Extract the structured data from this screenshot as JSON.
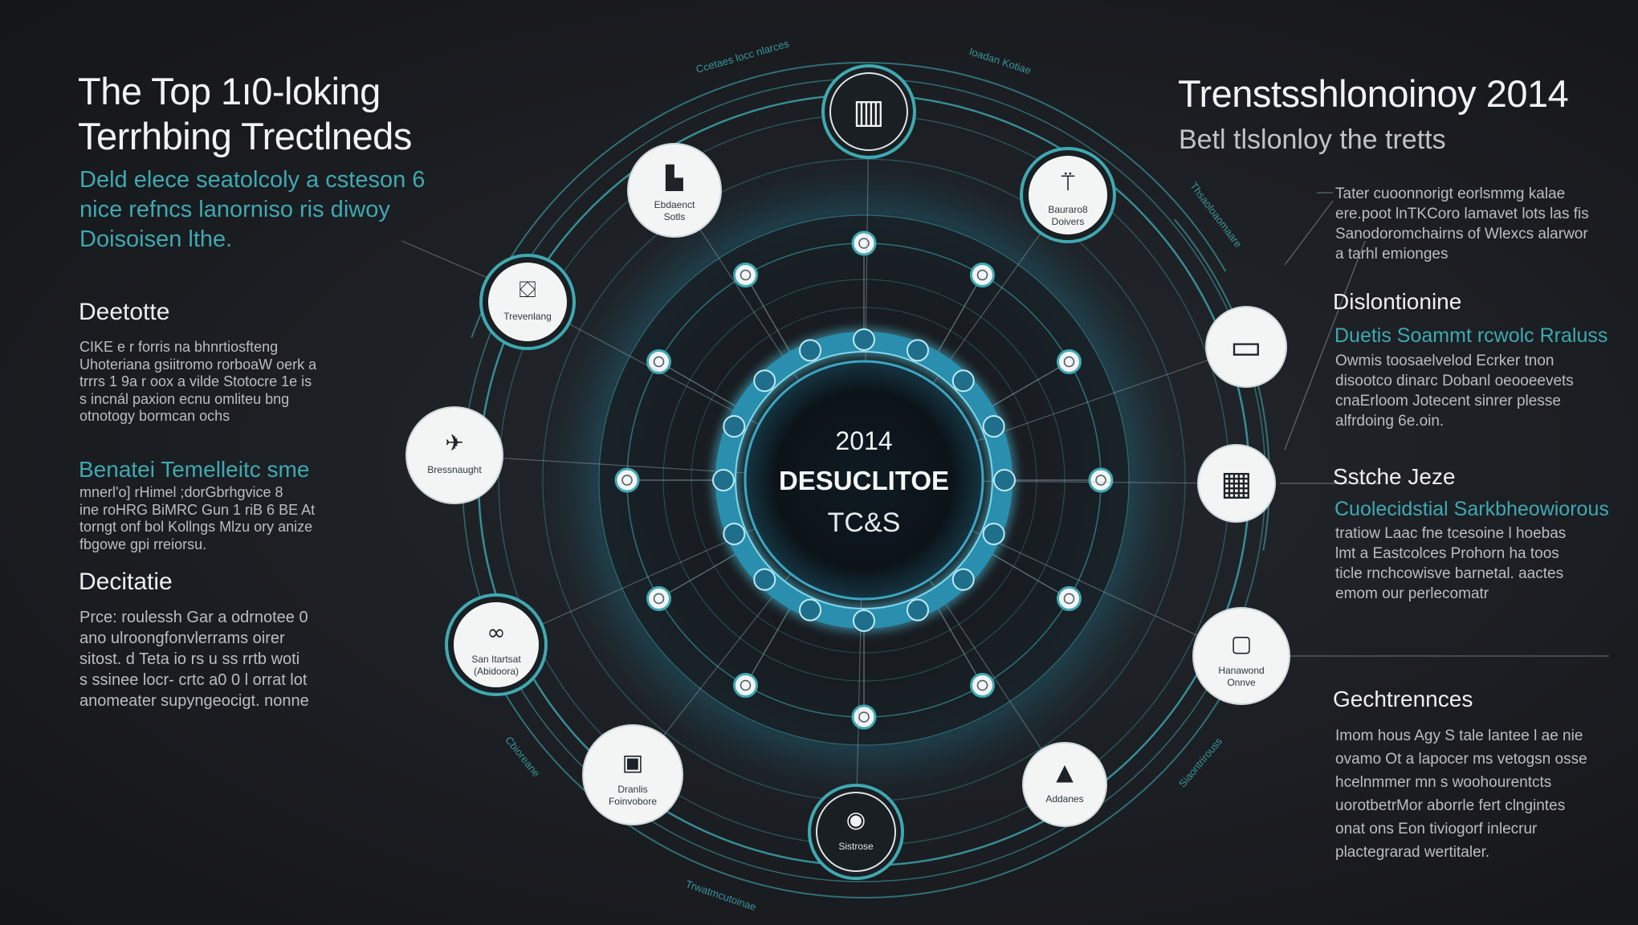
{
  "left": {
    "title": [
      "The Top 1ı0-loking",
      "Terrhbing Trectlneds"
    ],
    "subtitle": [
      "Deld elece seatolcoly a csteson 6",
      "nice refncs lanorniso ris diwoy",
      "Doisoisen lthe."
    ],
    "sections": [
      {
        "heading": "Deetotte",
        "teal": false,
        "lines": [
          "CIKE e r forris na bhnrtiosfteng",
          "Uhoteriana gsiitromo rorboaW oerk a",
          "trrrs 1 9a r oox a vilde Stotocre 1e is",
          "s incnál paxion ecnu omliteu bng",
          "otnotogy bormcan ochs"
        ]
      },
      {
        "heading": "Benatei Temelleitc sme",
        "teal": true,
        "lines": [
          "mnerl'o] rHimel ;dorGbrhgvice 8",
          "ine roHRG BiMRC Gun 1 riB 6 BE At",
          "torngt onf bol Kollngs Mlzu ory anize",
          "fbgowe gpi rreiorsu."
        ]
      },
      {
        "heading": "Decitatie",
        "teal": false,
        "lines": [
          "Prce: roulessh Gar a odrnotee 0",
          "ano ulroongfonvlerrams oirer",
          "sitost. d Teta io rs u ss rrtb woti",
          "s ssinee locr- crtc a0 0 l orrat lot",
          "anomeater supyngeocigt. nonne"
        ]
      }
    ]
  },
  "right": {
    "title": "Trenstsshlonoinoy 2014",
    "subtitle": "Betl tlslonloy the tretts",
    "intro": [
      "Tater cuoonnorigt eorlsmmg kalae",
      "ere.poot lnTKCoro lamavet lots las fis",
      "Sanodoromchairns of Wlexcs alarwor",
      "a tarhl emionges"
    ],
    "sections": [
      {
        "heading": "Dislontionine",
        "teal": "Duetis Soammt rcwolc Rraluss",
        "lines": [
          "Owmis toosaelvelod Ecrker tnon",
          "disootco dinarc Dobanl oeooeevets",
          "cnaErloom Jotecent sinrer plesse",
          "alfrdoing 6e.oin."
        ]
      },
      {
        "heading": "Sstche Jeze",
        "teal": "Cuolecidstial Sarkbheowiorous",
        "lines": [
          "tratiow Laac fne tcesoine l hoebas",
          "lmt a Eastcolces Prohorn ha toos",
          "ticle rnchcowisve barnetal. aactes",
          "emom our perlecomatr"
        ]
      },
      {
        "heading": "Gechtrennces",
        "teal": "",
        "lines": [
          "Imom hous Agy S tale lantee l ae nie",
          "ovamo Ot a lapocer ms vetogsn osse",
          "hcelnmmer mn s woohourentcts",
          "uorotbetrMor aborrle fert clngintes",
          "onat ons Eon tiviogorf inlecrur",
          "plactegrarad wertitaler."
        ]
      }
    ]
  },
  "center": {
    "year": "2014",
    "label": "DESUCLITOE",
    "sub": "TC&S"
  },
  "nodes": [
    {
      "icon": "book-stack-icon",
      "label": "",
      "style": "dark"
    },
    {
      "icon": "document-icon",
      "label": "Ebdaenct Sotls",
      "style": "white"
    },
    {
      "icon": "robot-icon",
      "label": "Bauraro8 Doivers",
      "style": "dark"
    },
    {
      "icon": "bed-icon",
      "label": "Trevenlang",
      "style": "dark"
    },
    {
      "icon": "monitor-icon",
      "label": "",
      "style": "white"
    },
    {
      "icon": "airplane-icon",
      "label": "Bressnaught",
      "style": "white"
    },
    {
      "icon": "cube-grid-icon",
      "label": "",
      "style": "white"
    },
    {
      "icon": "infinity-icon",
      "label": "San Itartsat (Abidoora)",
      "style": "dark"
    },
    {
      "icon": "tablet-icon",
      "label": "Hanawond Onnve",
      "style": "white"
    },
    {
      "icon": "screen-icon",
      "label": "Dranlis Foinvobore",
      "style": "white"
    },
    {
      "icon": "pyramid-icon",
      "label": "Addanes",
      "style": "white"
    },
    {
      "icon": "eye-icon",
      "label": "Sistrose",
      "style": "dark"
    }
  ],
  "ring_labels": [
    "Ccetaes locc nlarces",
    "Ioadan Kotiae",
    "Thsaoloaomaare",
    "Siaontrirouss",
    "Cbioreane",
    "Trwatmcutoinae"
  ],
  "colors": {
    "accent": "#3fa9b1",
    "glow": "#4fc3dd",
    "background": "#1b1e22"
  }
}
